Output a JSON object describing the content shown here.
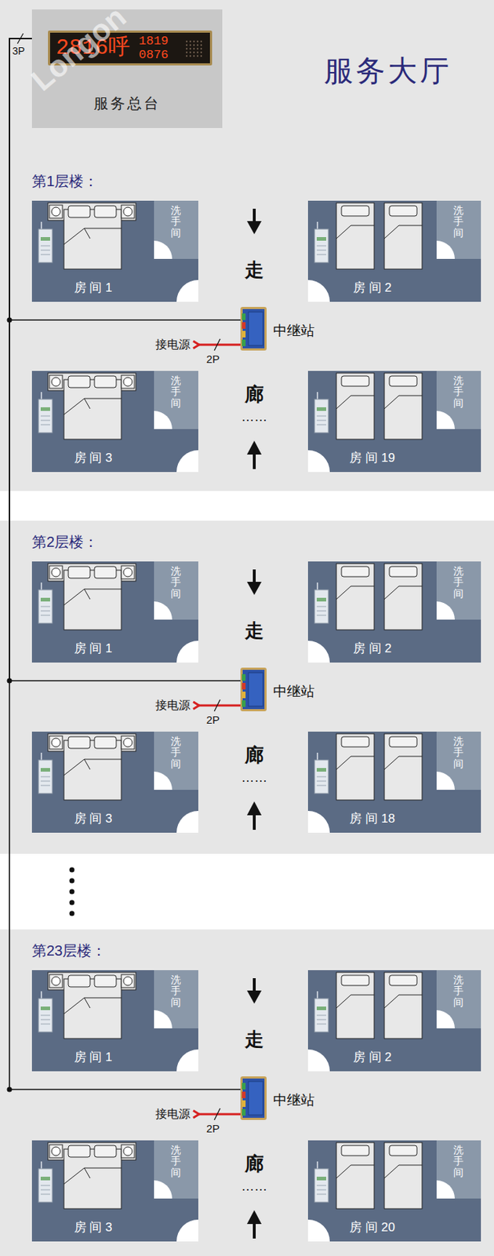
{
  "diagram": {
    "title": "服务大厅",
    "nodes": [
      {
        "text": [
          "服务总台"
        ]
      },
      {
        "text": [
          "2816呼",
          "1819",
          "0876"
        ],
        "in": 0
      },
      {
        "text": [
          "第1层楼："
        ]
      },
      {
        "text": [
          "房 间 1"
        ],
        "in": 2
      },
      {
        "text": [
          "洗手间"
        ],
        "in": 3
      },
      {
        "text": [
          "房 间 2"
        ],
        "in": 2
      },
      {
        "text": [
          "洗手间"
        ],
        "in": 5
      },
      {
        "text": [
          "中继站"
        ],
        "in": 2
      },
      {
        "text": [
          "房 间 3"
        ],
        "in": 2
      },
      {
        "text": [
          "洗手间"
        ],
        "in": 8
      },
      {
        "text": [
          "房 间 19"
        ],
        "in": 2
      },
      {
        "text": [
          "洗手间"
        ],
        "in": 10
      },
      {
        "text": [
          "第2层楼："
        ]
      },
      {
        "text": [
          "房 间 1"
        ],
        "in": 12
      },
      {
        "text": [
          "洗手间"
        ],
        "in": 13
      },
      {
        "text": [
          "房 间 2"
        ],
        "in": 12
      },
      {
        "text": [
          "洗手间"
        ],
        "in": 15
      },
      {
        "text": [
          "中继站"
        ],
        "in": 12
      },
      {
        "text": [
          "房 间 3"
        ],
        "in": 12
      },
      {
        "text": [
          "洗手间"
        ],
        "in": 18
      },
      {
        "text": [
          "房 间 18"
        ],
        "in": 12
      },
      {
        "text": [
          "洗手间"
        ],
        "in": 20
      },
      {
        "text": [
          "第23层楼："
        ]
      },
      {
        "text": [
          "房 间 1"
        ],
        "in": 22
      },
      {
        "text": [
          "洗手间"
        ],
        "in": 23
      },
      {
        "text": [
          "房 间 2"
        ],
        "in": 22
      },
      {
        "text": [
          "洗手间"
        ],
        "in": 25
      },
      {
        "text": [
          "中继站"
        ],
        "in": 22
      },
      {
        "text": [
          "房 间 3"
        ],
        "in": 22
      },
      {
        "text": [
          "洗手间"
        ],
        "in": 28
      },
      {
        "text": [
          "房 间 20"
        ],
        "in": 22
      },
      {
        "text": [
          "洗手间"
        ],
        "in": 30
      }
    ],
    "edges": [
      {
        "from": 0,
        "to": 7,
        "arrow": "none"
      },
      {
        "from": 0,
        "to": 17,
        "arrow": "none"
      },
      {
        "from": 0,
        "to": 27,
        "arrow": "none"
      }
    ],
    "labels": [
      "Longon",
      "3P",
      "走",
      "廊",
      "……",
      "接电源",
      "2P",
      "走",
      "廊",
      "……",
      "接电源",
      "2P",
      "走",
      "廊",
      "……",
      "接电源",
      "2P"
    ]
  }
}
